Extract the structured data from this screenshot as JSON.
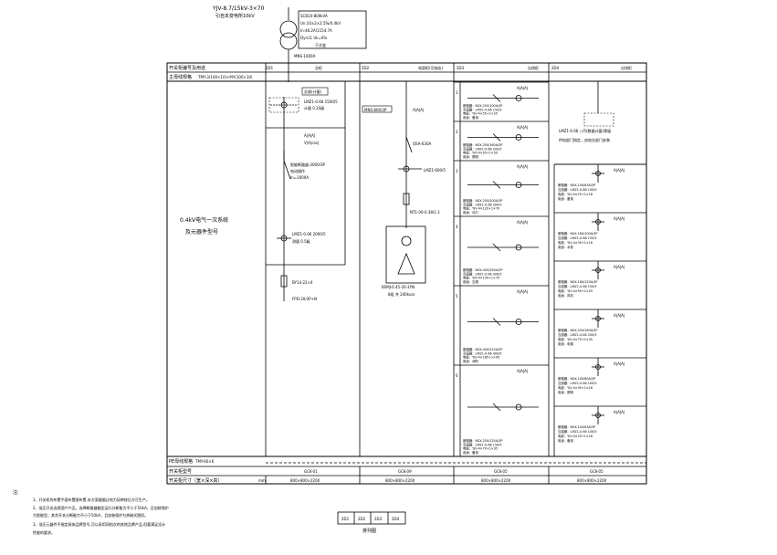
{
  "transformer": {
    "cable": "YJV-8.7/15kV-3×70",
    "source": "引自本变电所10kV",
    "model": "SCB10-800kVA",
    "ratio": "Un:10±2×2.5%/0.4kV",
    "current": "In:46.2A/1154.7A",
    "vector": "Dyn11   Uk=6%",
    "type": "干式变",
    "bus": "TMY-3(100×10)+MY(100×10)",
    "busbar_tag": "MNS-1600A"
  },
  "rows": {
    "cabinet_no_label": "开关柜编号及用途",
    "busbar_label": "主母线规格",
    "system_label_1": "0.4kV电气一次系统",
    "system_label_2": "及元器件型号",
    "pe_label": "PE母线规格",
    "pe_value": "TMY-60×6",
    "cabinet_model_label": "开关柜型号",
    "dims_label": "开关柜尺寸（宽×深×高）",
    "dims_unit": "mm"
  },
  "columns": [
    {
      "no": "2D1",
      "use": "总柜",
      "model": "GCK-01",
      "dims": "800×800×2200"
    },
    {
      "no": "2D2",
      "use": "电容柜(可抽出)",
      "model": "GCK-09",
      "dims": "800×800×2200"
    },
    {
      "no": "2D3",
      "use": "出线柜",
      "model": "GCK-05",
      "dims": "800×800×2200"
    },
    {
      "no": "2D4",
      "use": "出线柜",
      "model": "GCK-05",
      "dims": "800×800×2200"
    }
  ],
  "col1": {
    "meter_tag": "总表(计量)",
    "ct_top": "LMZ1-0.66 1500/5",
    "ct_top_note": "计量 0.2S级",
    "meters": "A|A|A|",
    "meters2": "V|A|cos|",
    "breaker": "智能断路器-2000/3P",
    "breaker_note": "电动操作",
    "breaker_in": "In=1600A",
    "ct_bottom": "LMZ1-0.66 2000/5",
    "ct_bottom_note": "测量 0.5级",
    "arrester": "BY14-22×4",
    "spd": "FPD-20/3P+N"
  },
  "col2": {
    "tag": "MNS-800/3P",
    "meters": "A|A|A|",
    "switch": "QSA-630A",
    "ct": "LMZ1-600/5",
    "fuse": "NT1-00-0.38/1.3",
    "capacitor": "BSMJ-0.45-20-3YN",
    "capacitor_note": "8组 共 240kvar"
  },
  "col3": {
    "meters": "A|A|A|",
    "feeders": [
      {
        "index": "1",
        "l1": "断路器：NSX-250/100A/3P",
        "l2": "互感器：LMZ1-0.66 150/5",
        "l3": "电缆：YJV-4×50+1×25",
        "l4": "用途：备用"
      },
      {
        "index": "2",
        "l1": "断路器：NSX-250/160A/3P",
        "l2": "互感器：LMZ1-0.66 200/5",
        "l3": "电缆：YJV-4×95+1×50",
        "l4": "用途：照明"
      },
      {
        "index": "3",
        "l1": "断路器：NSX-250/200A/3P",
        "l2": "互感器：LMZ1-0.66 300/5",
        "l3": "电缆：YJV-4×120+1×70",
        "l4": "用途：动力"
      },
      {
        "index": "4",
        "l1": "断路器：NSX-400/250A/3P",
        "l2": "互感器：LMZ1-0.66 300/5",
        "l3": "电缆：YJV-4×150+1×70",
        "l4": "用途：空调"
      },
      {
        "index": "5",
        "l1": "断路器：NSX-400/315A/3P",
        "l2": "互感器：LMZ1-0.66 400/5",
        "l3": "电缆：YJV-4×185+1×95",
        "l4": "用途：消防"
      },
      {
        "index": "6",
        "l1": "断路器：NSX-250/125A/3P",
        "l2": "互感器：LMZ1-0.66 150/5",
        "l3": "电缆：YJV-4×70+1×35",
        "l4": "用途：备用"
      }
    ]
  },
  "col4": {
    "ct": "LMZ1-0.66 ○/5(数据计量)预留",
    "ct_note": "供电部门指定，由电业部门安装",
    "meters": "A|A|A|",
    "feeders": [
      {
        "l1": "断路器：NSX-100/63A/3P",
        "l2": "互感器：LMZ1-0.66 100/5",
        "l3": "电缆：YJV-4×25+1×16",
        "l4": "用途：备用"
      },
      {
        "l1": "断路器：NSX-160/100A/3P",
        "l2": "互感器：LMZ1-0.66 150/5",
        "l3": "电缆：YJV-4×35+1×16",
        "l4": "用途：水泵"
      },
      {
        "l1": "断路器：NSX-160/125A/3P",
        "l2": "互感器：LMZ1-0.66 150/5",
        "l3": "电缆：YJV-4×50+1×25",
        "l4": "用途：风机"
      },
      {
        "l1": "断路器：NSX-250/160A/3P",
        "l2": "互感器：LMZ1-0.66 200/5",
        "l3": "电缆：YJV-4×70+1×35",
        "l4": "用途：电梯"
      },
      {
        "l1": "断路器：NSX-100/80A/3P",
        "l2": "互感器：LMZ1-0.66 100/5",
        "l3": "电缆：YJV-4×35+1×16",
        "l4": "用途：照明"
      },
      {
        "l1": "断路器：NSX-100/63A/3P",
        "l2": "互感器：LMZ1-0.66 100/5",
        "l3": "电缆：YJV-4×25+1×16",
        "l4": "用途：备用"
      }
    ]
  },
  "notes": {
    "heading": "注:",
    "n1": "1、开关柜的布置平面布置图布置,本方案据据过电力局审核后方可生产。",
    "n2": "2、低压开关选用国产产品，选择断路器额定运行分断能力不小于50kA，且加装保护",
    "n2b": "为智能型；其余开关分断能力不小于50kA，且加装保护为热磁式脱扣。",
    "n3": "3、低压元器件不指定具体品牌型号,可以采用同档次的其他品牌产品,但要满足设计",
    "n3b": "性能的要求。"
  },
  "layout_table": {
    "cells": [
      "2D1",
      "2D2",
      "2D3",
      "2D4"
    ],
    "caption": "排列图"
  }
}
